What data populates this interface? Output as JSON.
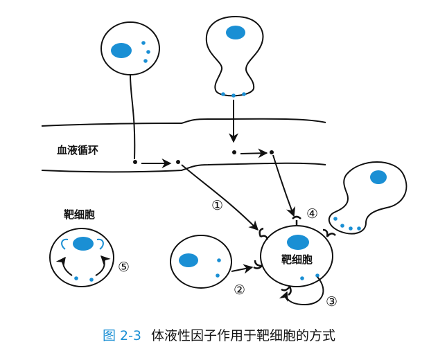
{
  "labels": {
    "blood_circulation": "血液循环",
    "target_cell_top_left": "靶细胞",
    "target_cell_center": "靶细胞"
  },
  "pathways": [
    {
      "id": "1",
      "symbol": "①"
    },
    {
      "id": "2",
      "symbol": "②"
    },
    {
      "id": "3",
      "symbol": "③"
    },
    {
      "id": "4",
      "symbol": "④"
    },
    {
      "id": "5",
      "symbol": "⑤"
    }
  ],
  "caption": {
    "figure_number": "图 2-3",
    "text": "体液性因子作用于靶细胞的方式"
  },
  "colors": {
    "nucleus": "#1a8fd4",
    "granule": "#1a8fd4",
    "caption_number": "#1a8fd4",
    "outline": "#111111"
  }
}
